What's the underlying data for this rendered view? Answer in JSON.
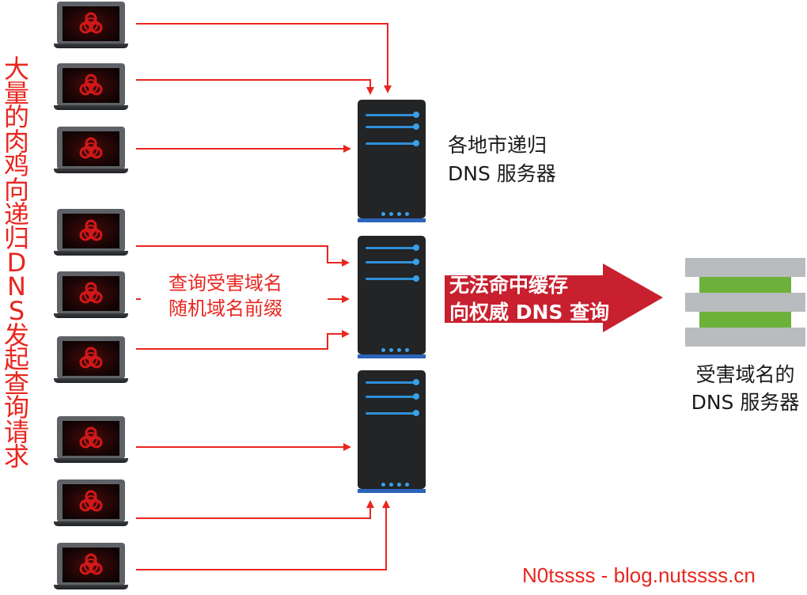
{
  "left_label": "大量的肉鸡向递归DNS发起查询请求",
  "middle_label": {
    "line1": "查询受害域名",
    "line2": "随机域名前缀"
  },
  "recursive_servers_label": {
    "line1": "各地市递归",
    "line2": "DNS 服务器"
  },
  "cache_miss_label": {
    "line1": "无法命中缓存",
    "line2": "向权威 DNS 查询"
  },
  "target_label": {
    "line1": "受害域名的",
    "line2": "DNS 服务器"
  },
  "watermark": "N0tssss - blog.nutssss.cn",
  "colors": {
    "red": "#e8261f",
    "big_arrow": "#c8202f",
    "server_blue": "#2f8fd8",
    "target_green": "#6cb13a"
  },
  "icons": {
    "infected_host": "laptop-biohazard-icon",
    "recursive_dns": "server-icon",
    "authoritative_dns": "server-rack-icon"
  }
}
